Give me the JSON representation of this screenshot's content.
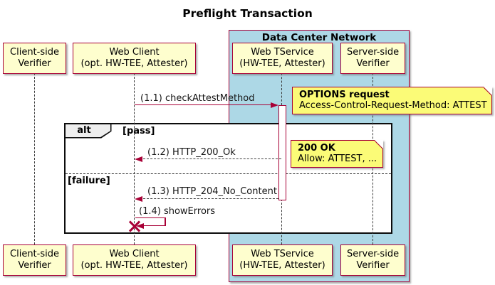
{
  "title": "Preflight Transaction",
  "group_box": {
    "label": "Data Center Network"
  },
  "participants": [
    {
      "name": "client-side-verifier",
      "lines": [
        "Client-side",
        "Verifier"
      ]
    },
    {
      "name": "web-client",
      "lines": [
        "Web Client",
        "(opt. HW-TEE, Attester)"
      ]
    },
    {
      "name": "web-tservice",
      "lines": [
        "Web TService",
        "(HW-TEE, Attester)"
      ]
    },
    {
      "name": "server-side-verifier",
      "lines": [
        "Server-side",
        "Verifier"
      ]
    }
  ],
  "alt_frame": {
    "operator": "alt",
    "pass_guard": "[pass]",
    "failure_guard": "[failure]"
  },
  "messages": [
    {
      "label": "(1.1) checkAttestMethod",
      "type": "sync-arrow"
    },
    {
      "label": "(1.2) HTTP_200_Ok",
      "type": "return-dashed-arrow"
    },
    {
      "label": "(1.3) HTTP_204_No_Content",
      "type": "return-dashed-arrow"
    },
    {
      "label": "(1.4) showErrors",
      "type": "self-message-destroy"
    }
  ],
  "notes": [
    {
      "title": "OPTIONS request",
      "body": "Access-Control-Request-Method: ATTEST"
    },
    {
      "title": "200 OK",
      "body": "Allow: ATTEST, ..."
    }
  ],
  "colors": {
    "accent": "#A80036",
    "participant_bg": "#FEFECE",
    "note_bg": "#FBFB77",
    "network_box_bg": "#ADD8E6",
    "frame_border": "#0C0C0C"
  }
}
